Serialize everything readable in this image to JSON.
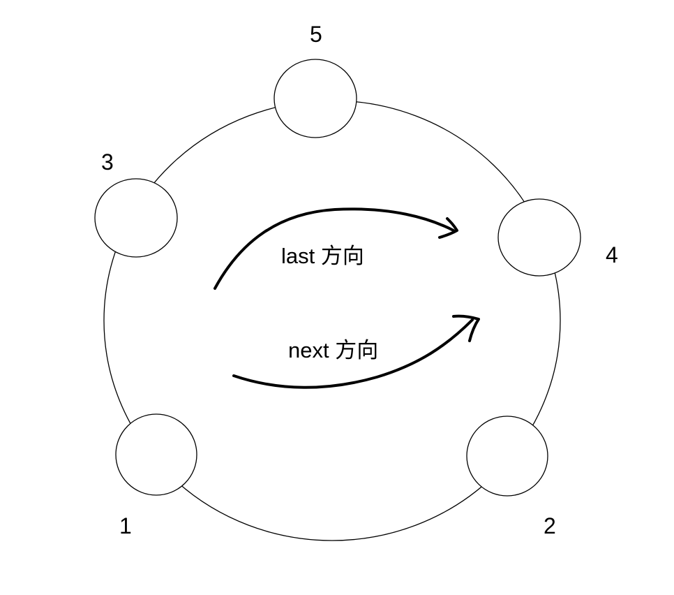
{
  "diagram": {
    "nodes": [
      {
        "id": "1",
        "label": "1"
      },
      {
        "id": "2",
        "label": "2"
      },
      {
        "id": "3",
        "label": "3"
      },
      {
        "id": "4",
        "label": "4"
      },
      {
        "id": "5",
        "label": "5"
      }
    ],
    "arrows": {
      "last_label": "last 方向",
      "next_label": "next 方向"
    },
    "colors": {
      "stroke": "#000000",
      "background": "#ffffff"
    }
  }
}
